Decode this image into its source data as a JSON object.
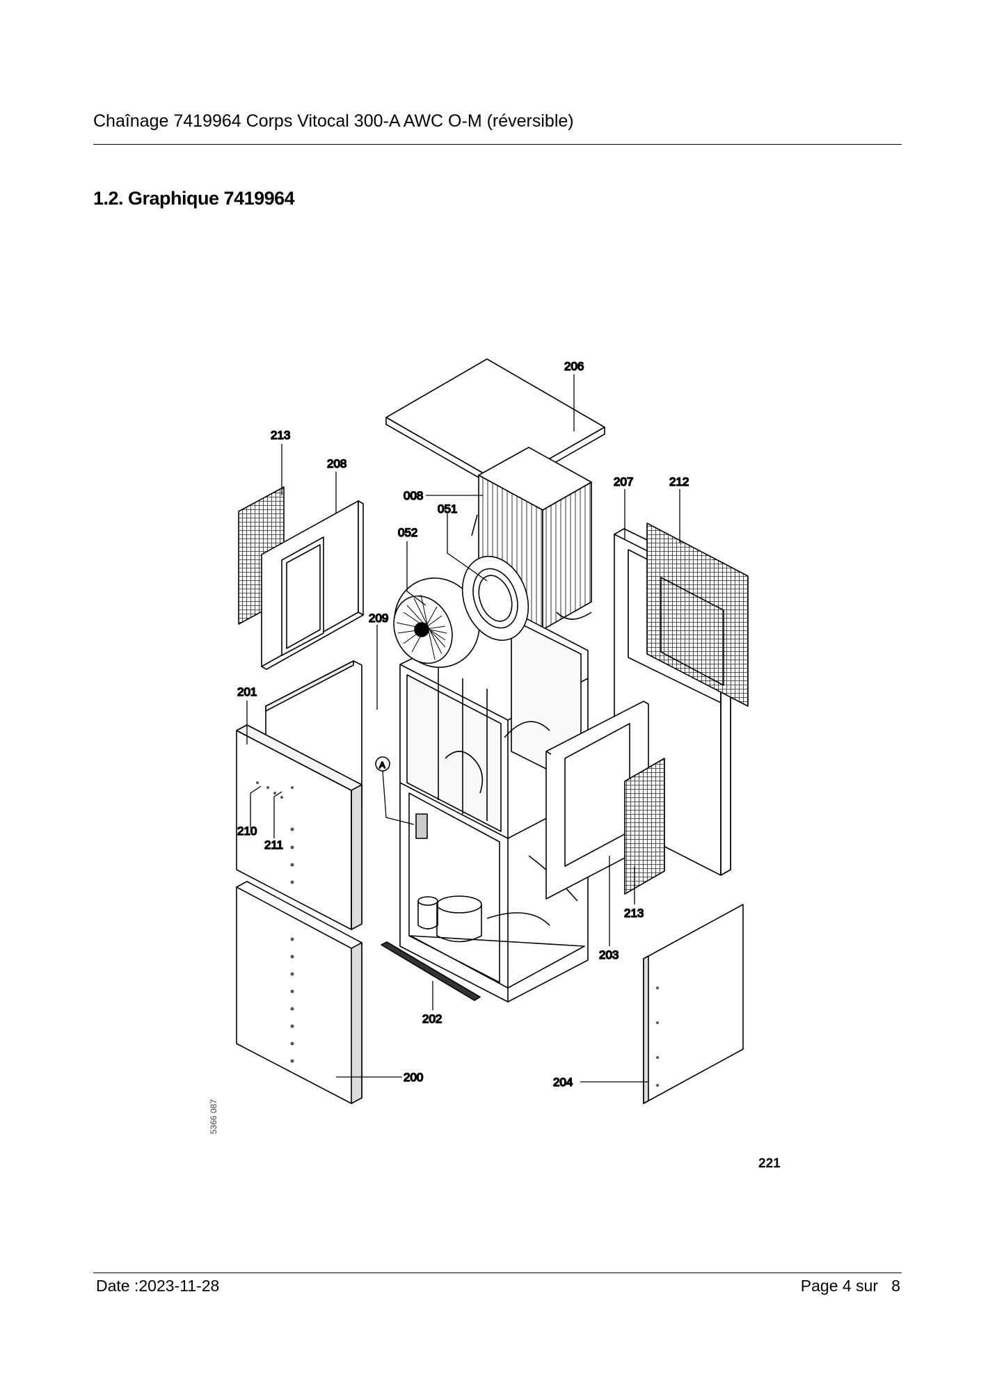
{
  "header": {
    "title": "Chaînage 7419964 Corps Vitocal 300-A AWC O-M (réversible)"
  },
  "section": {
    "title": "1.2. Graphique 7419964"
  },
  "diagram": {
    "drawing_id": "5366 087",
    "figure_code": "221",
    "callouts": {
      "c206": "206",
      "c213a": "213",
      "c208": "208",
      "c008": "008",
      "c051": "051",
      "c052": "052",
      "c207": "207",
      "c212": "212",
      "c209": "209",
      "c201": "201",
      "cA": "A",
      "c210": "210",
      "c211": "211",
      "c213b": "213",
      "c203": "203",
      "c202": "202",
      "c200": "200",
      "c204": "204"
    }
  },
  "footer": {
    "date": "Date :2023-11-28",
    "page": "Page 4 sur   8"
  }
}
